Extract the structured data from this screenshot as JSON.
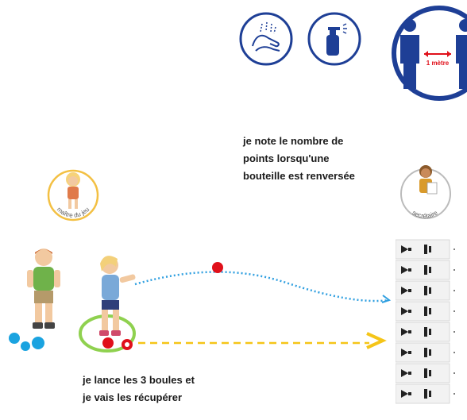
{
  "pictograms": {
    "hand_wash": "hand-wash-icon",
    "disinfectant": "spray-bottle-icon",
    "distance_label": "1 mètre",
    "ring_color": "#1e3f96"
  },
  "instructions": {
    "scorekeeper_note": "je note le nombre de\npoints lorsqu'une\nbouteille est renversée",
    "thrower_note": "je lance les 3 boules et\nje vais les récupérer"
  },
  "roles": {
    "game_master": "maître du jeu",
    "secretary": "secrétaire"
  },
  "colors": {
    "ball_blue": "#1aa3e0",
    "ball_red": "#e0101a",
    "target_ring": "#8fd14f",
    "dotted_path_blue": "#2f9fe0",
    "dashed_path_yellow": "#f5c518",
    "badge_ring": "#f3c043"
  }
}
